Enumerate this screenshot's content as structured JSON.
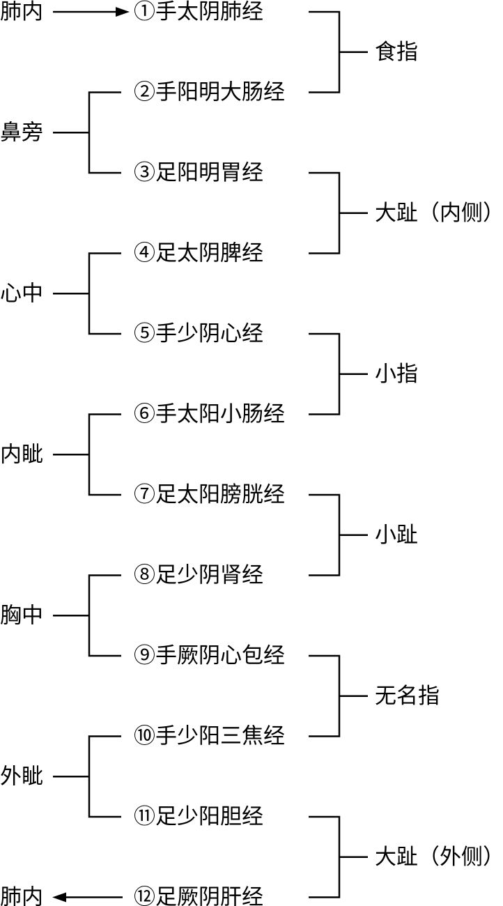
{
  "diagram": {
    "meridians": [
      {
        "label": "①手太阴肺经"
      },
      {
        "label": "②手阳明大肠经"
      },
      {
        "label": "③足阳明胃经"
      },
      {
        "label": "④足太阴脾经"
      },
      {
        "label": "⑤手少阴心经"
      },
      {
        "label": "⑥手太阳小肠经"
      },
      {
        "label": "⑦足太阳膀胱经"
      },
      {
        "label": "⑧足少阴肾经"
      },
      {
        "label": "⑨手厥阴心包经"
      },
      {
        "label": "⑩手少阳三焦经"
      },
      {
        "label": "⑪足少阳胆经"
      },
      {
        "label": "⑫足厥阴肝经"
      }
    ],
    "start_location": "肺内",
    "end_location": "肺内",
    "left_junctions": [
      {
        "label": "鼻旁",
        "from": 1,
        "to": 2
      },
      {
        "label": "心中",
        "from": 3,
        "to": 4
      },
      {
        "label": "内眦",
        "from": 5,
        "to": 6
      },
      {
        "label": "胸中",
        "from": 7,
        "to": 8
      },
      {
        "label": "外眦",
        "from": 9,
        "to": 10
      }
    ],
    "right_junctions": [
      {
        "label": "食指",
        "from": 0,
        "to": 1
      },
      {
        "label": "大趾（内侧）",
        "from": 2,
        "to": 3
      },
      {
        "label": "小指",
        "from": 4,
        "to": 5
      },
      {
        "label": "小趾",
        "from": 6,
        "to": 7
      },
      {
        "label": "无名指",
        "from": 8,
        "to": 9
      },
      {
        "label": "大趾（外侧）",
        "from": 10,
        "to": 11
      }
    ]
  }
}
